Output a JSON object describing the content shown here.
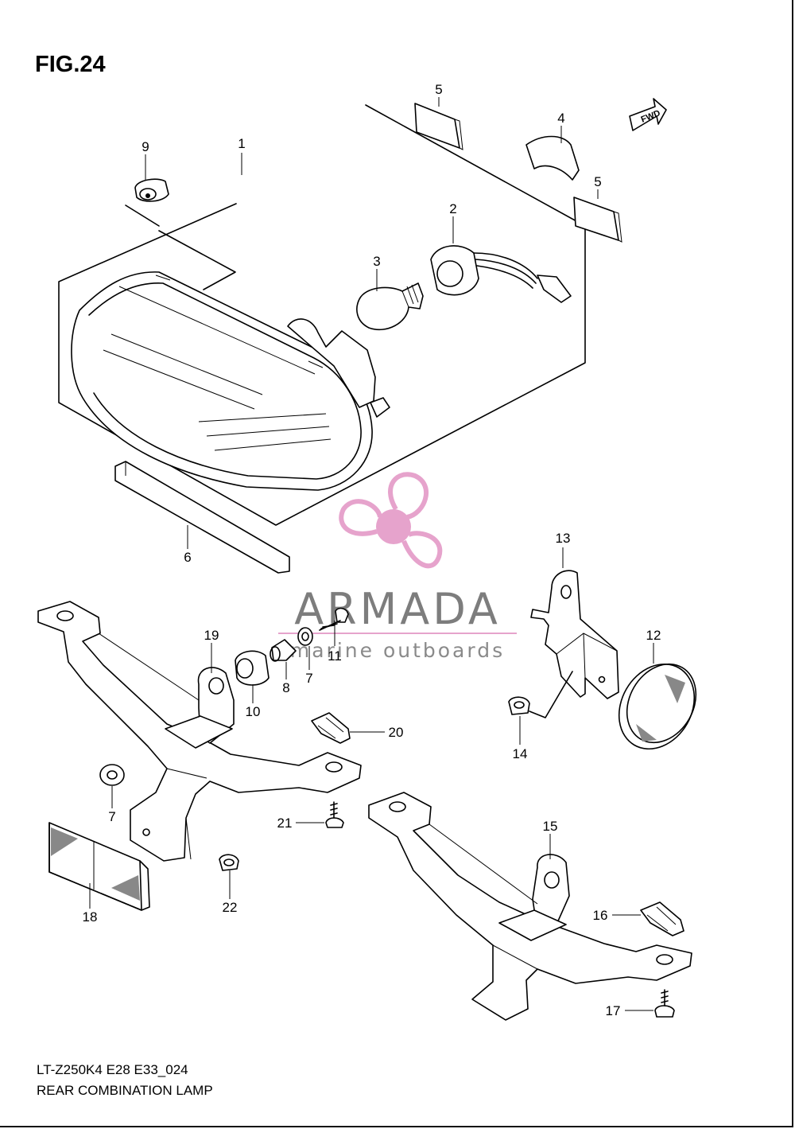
{
  "figure": {
    "title": "FIG.24"
  },
  "caption": {
    "model_code": "LT-Z250K4 E28 E33_024",
    "name": "REAR COMBINATION LAMP"
  },
  "fwd_label": "FWD",
  "watermark": {
    "brand": "ARMADA",
    "tagline": "marine outboards",
    "color": "#e6a3cc"
  },
  "callouts": {
    "c1": "1",
    "c2": "2",
    "c3": "3",
    "c4": "4",
    "c5a": "5",
    "c5b": "5",
    "c6": "6",
    "c7a": "7",
    "c7b": "7",
    "c8": "8",
    "c9": "9",
    "c10": "10",
    "c11": "11",
    "c12": "12",
    "c13": "13",
    "c14": "14",
    "c15": "15",
    "c16": "16",
    "c17": "17",
    "c18": "18",
    "c19": "19",
    "c20": "20",
    "c21": "21",
    "c22": "22"
  }
}
